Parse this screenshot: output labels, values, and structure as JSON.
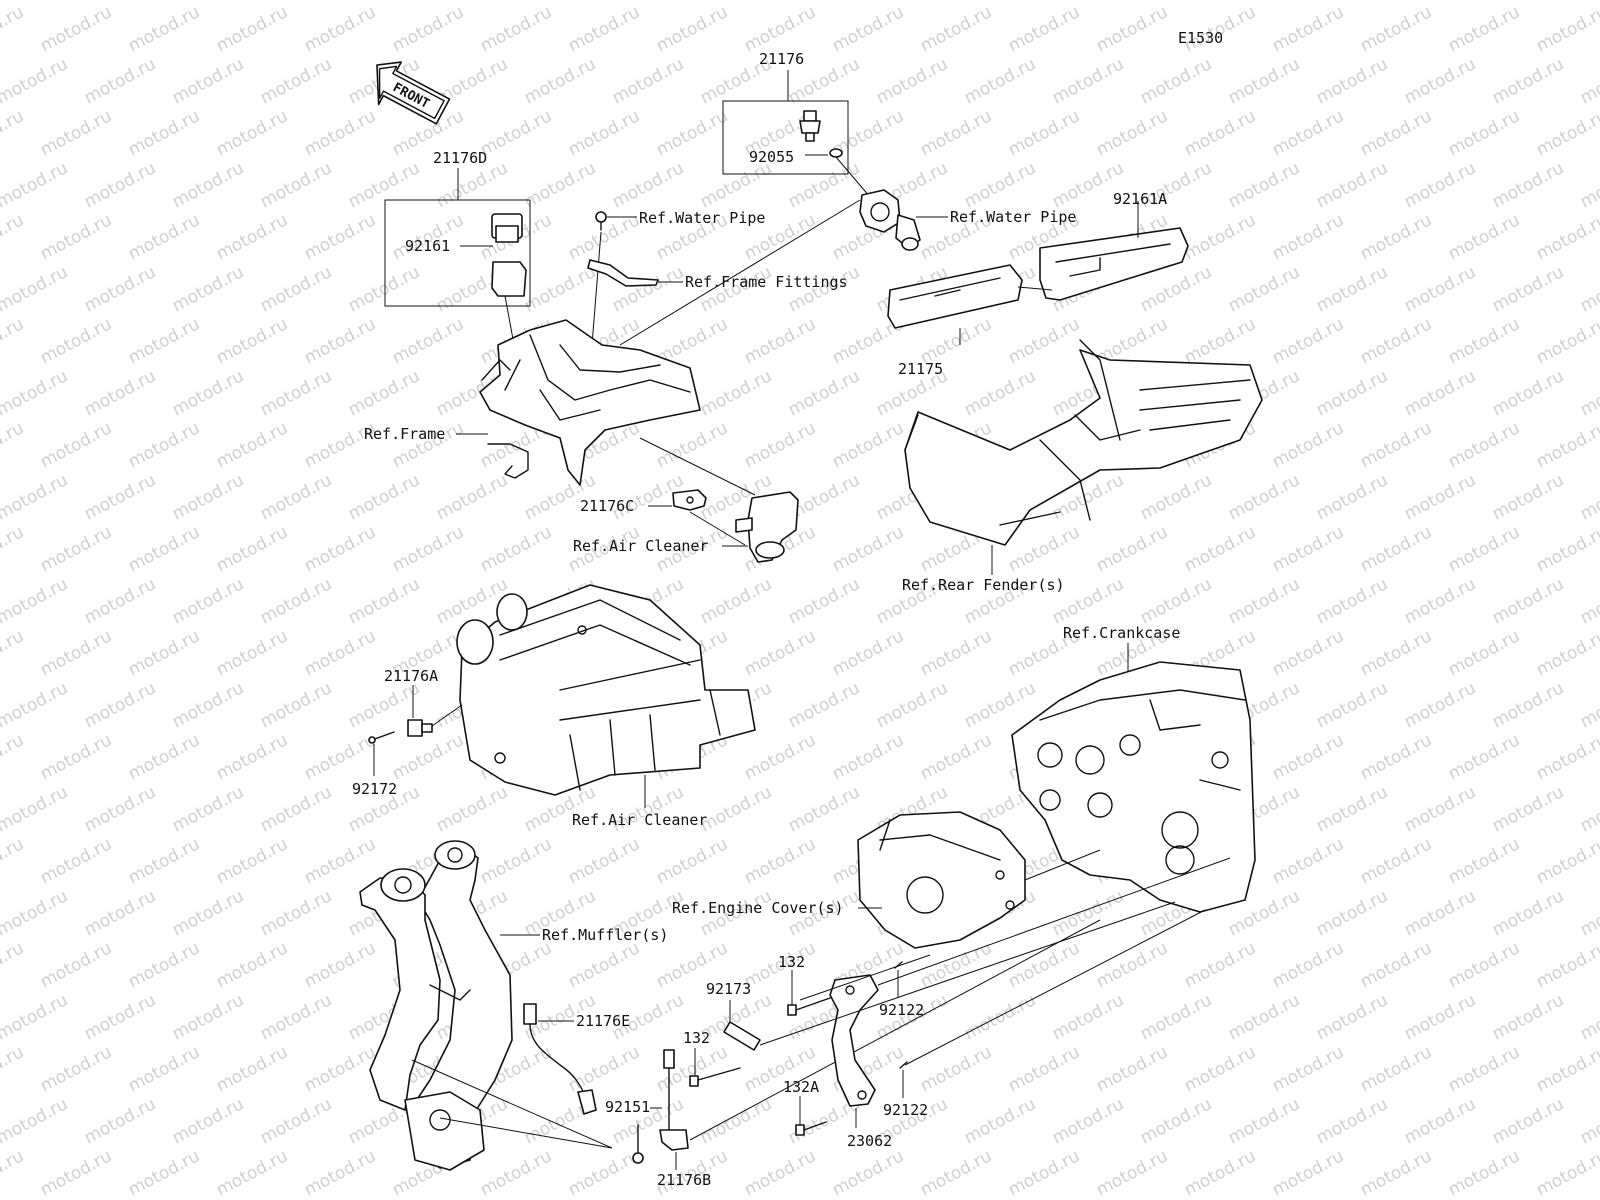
{
  "diagram": {
    "code": "E1530",
    "direction_label": "FRONT",
    "watermark": "motod.ru"
  },
  "labels": {
    "p21176": "21176",
    "p92055": "92055",
    "p21176D": "21176D",
    "p92161": "92161",
    "ref_water_pipe_1": "Ref.Water Pipe",
    "ref_water_pipe_2": "Ref.Water Pipe",
    "ref_frame_fittings": "Ref.Frame Fittings",
    "p92161A": "92161A",
    "p21175": "21175",
    "ref_frame": "Ref.Frame",
    "p21176C": "21176C",
    "ref_air_cleaner_1": "Ref.Air Cleaner",
    "ref_rear_fender": "Ref.Rear Fender(s)",
    "ref_crankcase": "Ref.Crankcase",
    "p21176A": "21176A",
    "p92172": "92172",
    "ref_air_cleaner_2": "Ref.Air Cleaner",
    "ref_engine_cover": "Ref.Engine Cover(s)",
    "ref_muffler": "Ref.Muffler(s)",
    "p132_a": "132",
    "p92173": "92173",
    "p92122_a": "92122",
    "p21176E": "21176E",
    "p132_b": "132",
    "p132A": "132A",
    "p92122_b": "92122",
    "p92151": "92151",
    "p23062": "23062",
    "p21176B": "21176B"
  }
}
